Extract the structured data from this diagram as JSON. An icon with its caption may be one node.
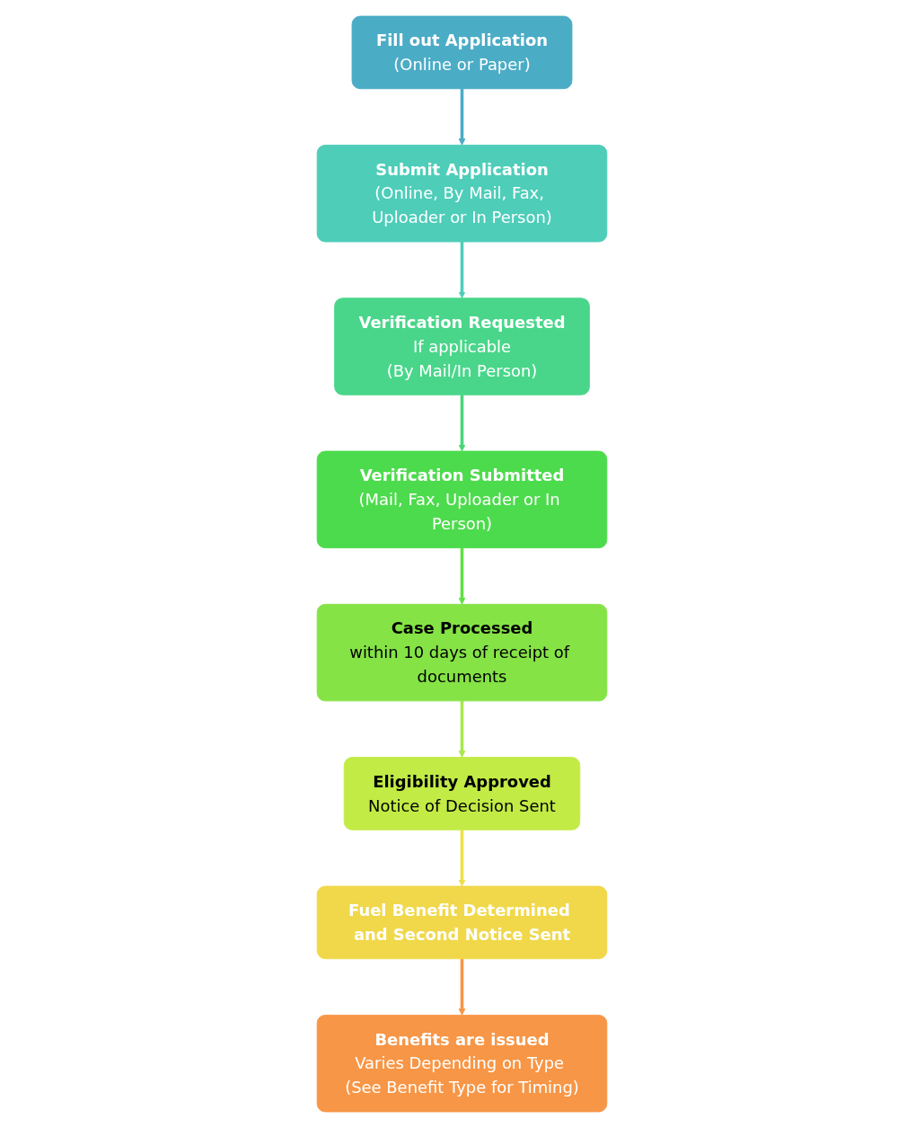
{
  "diagram": {
    "nodes": [
      {
        "text": [
          "Fill out Application",
          "(Online or Paper)"
        ]
      },
      {
        "text": [
          "Submit Application",
          "(Online, By Mail, Fax, Uploader or In Person)"
        ]
      },
      {
        "text": [
          "Verification Requested",
          "If applicable",
          "(By Mail/In Person)"
        ]
      },
      {
        "text": [
          "Verification Submitted",
          "(Mail, Fax, Uploader or In Person)"
        ]
      },
      {
        "text": [
          "Case Processed",
          "within 10 days of receipt of documents"
        ]
      },
      {
        "text": [
          "Eligibility Approved",
          "Notice of Decision Sent"
        ]
      },
      {
        "text": [
          "Fuel Benefit Determined and Second Notice Sent"
        ]
      },
      {
        "text": [
          "Benefits are issued",
          "Varies Depending on Type (See Benefit Type for Timing)"
        ]
      }
    ],
    "edges": [
      {
        "from": 0,
        "to": 1,
        "arrow": "to",
        "color": "#4bacc6"
      },
      {
        "from": 1,
        "to": 2,
        "arrow": "to",
        "color": "#4ecdb9"
      },
      {
        "from": 2,
        "to": 3,
        "arrow": "to",
        "color": "#49d67a"
      },
      {
        "from": 3,
        "to": 4,
        "arrow": "to",
        "color": "#5fe045"
      },
      {
        "from": 4,
        "to": 5,
        "arrow": "to",
        "color": "#a8e84a"
      },
      {
        "from": 5,
        "to": 6,
        "arrow": "to",
        "color": "#ede046"
      },
      {
        "from": 6,
        "to": 7,
        "arrow": "to",
        "color": "#f79646"
      }
    ]
  }
}
